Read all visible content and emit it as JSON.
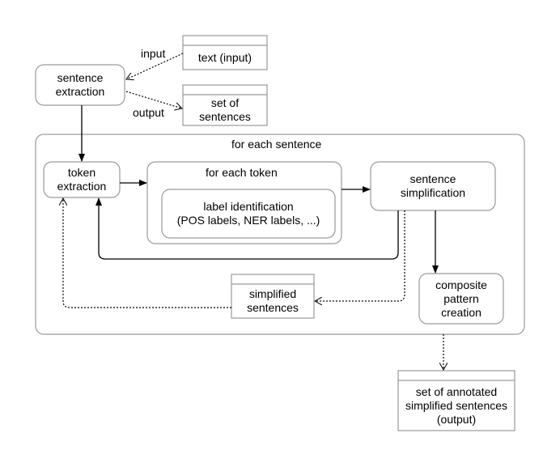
{
  "nodes": {
    "sentence_extraction": "sentence\nextraction",
    "token_extraction": "token\nextraction",
    "label_identification": "label identification\n(POS labels, NER labels, ...)",
    "sentence_simplification": "sentence\nsimplification",
    "composite_pattern_creation": "composite\npattern\ncreation"
  },
  "groups": {
    "for_each_sentence": "for each sentence",
    "for_each_token": "for each token"
  },
  "data_stores": {
    "text_input": "text (input)",
    "set_of_sentences": "set of\nsentences",
    "simplified_sentences": "simplified\nsentences",
    "annotated_output": "set of annotated\nsimplified sentences\n(output)"
  },
  "edge_labels": {
    "input": "input",
    "output": "output"
  }
}
